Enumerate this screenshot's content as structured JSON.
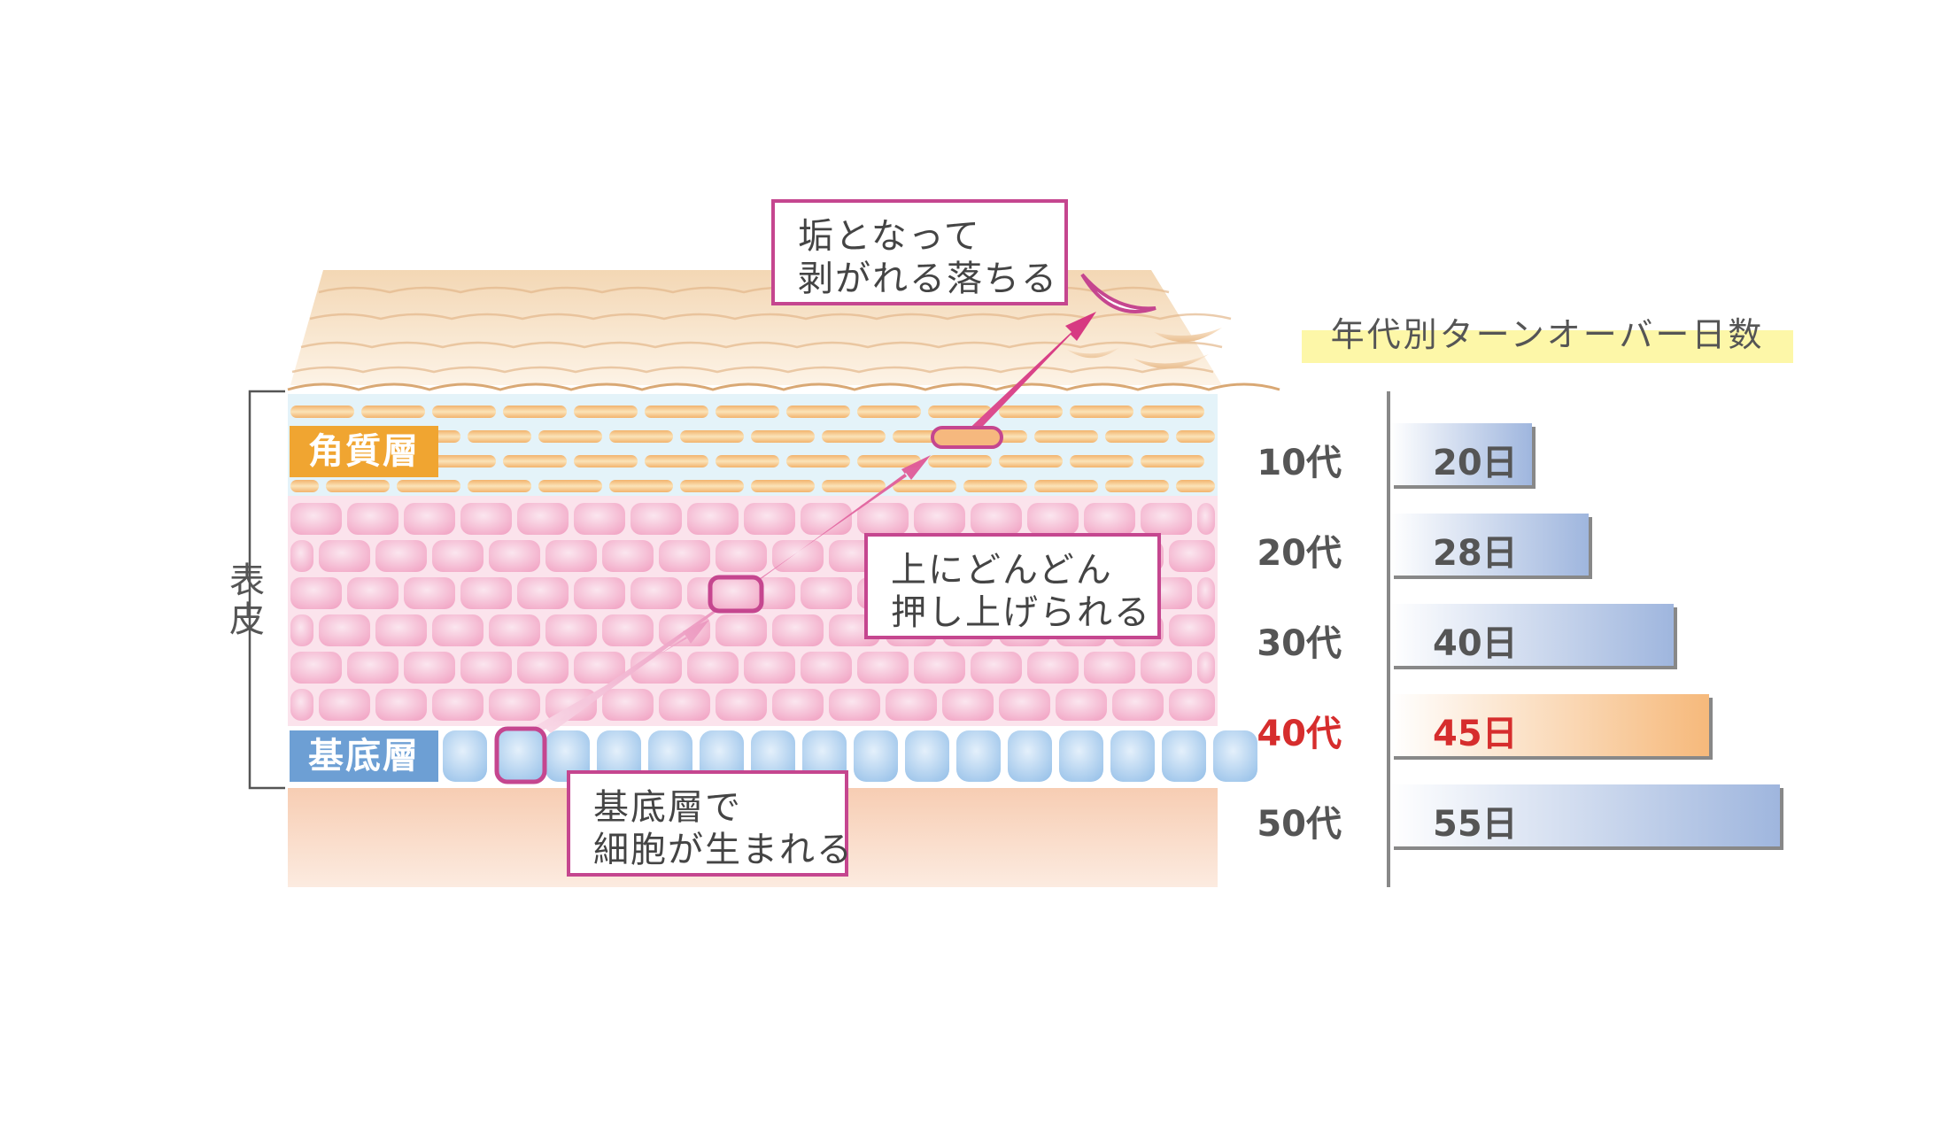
{
  "layers": {
    "stratum_corneum": "角質層",
    "basal_layer": "基底層",
    "epidermis": "表皮"
  },
  "callouts": {
    "shed": [
      "垢となって",
      "剥がれる落ちる"
    ],
    "pushed": [
      "上にどんどん",
      "押し上げられる"
    ],
    "born": [
      "基底層で",
      "細胞が生まれる"
    ]
  },
  "colors": {
    "accent": "#c5468f",
    "highlight": "#d62d2d",
    "corneum_tag": "#f0a531",
    "basal_tag": "#6d9fd4"
  },
  "chart_data": {
    "type": "bar",
    "orientation": "horizontal",
    "title": "年代別ターンオーバー日数",
    "categories": [
      "10代",
      "20代",
      "30代",
      "40代",
      "50代"
    ],
    "values": [
      20,
      28,
      40,
      45,
      55
    ],
    "value_labels": [
      "20日",
      "28日",
      "40日",
      "45日",
      "55日"
    ],
    "highlight_index": 3,
    "xlim": [
      0,
      55
    ]
  }
}
